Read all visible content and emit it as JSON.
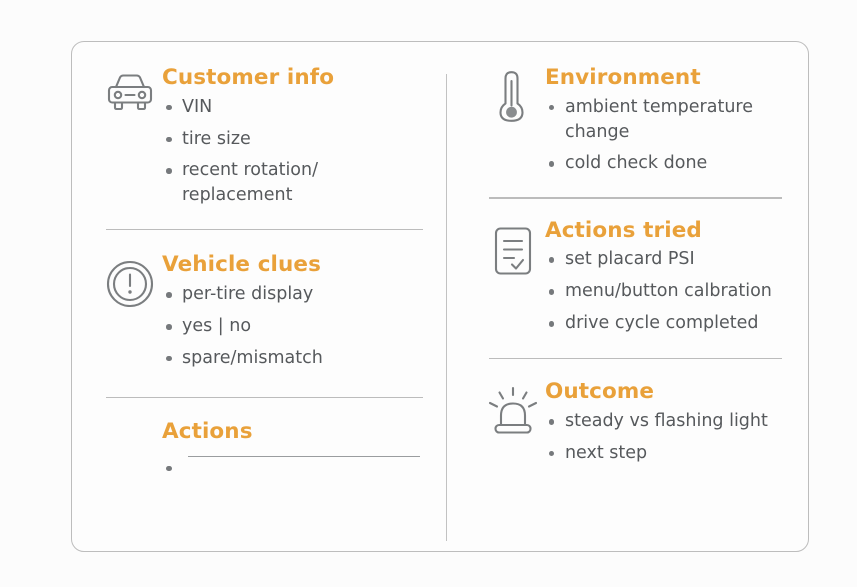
{
  "card": {
    "accent_color": "#e9a13a",
    "text_color": "#56595c",
    "border_color": "#bdbdbd",
    "icon_color": "#7b7e80",
    "background": "#fdfdfd"
  },
  "left_column": {
    "sections": [
      {
        "icon": "car-front-icon",
        "title": "Customer info",
        "items": [
          "VIN",
          "tire size",
          "recent rotation/ replacement"
        ]
      },
      {
        "icon": "exclamation-circle-icon",
        "title": "Vehicle clues",
        "items": [
          "per-tire display",
          "yes  |  no",
          "spare/mismatch"
        ]
      },
      {
        "icon": "none",
        "title": "Actions",
        "items": [
          ""
        ]
      }
    ]
  },
  "right_column": {
    "sections": [
      {
        "icon": "thermometer-icon",
        "title": "Environment",
        "items": [
          "ambient temperature change",
          "cold check done"
        ]
      },
      {
        "icon": "checklist-document-icon",
        "title": "Actions tried",
        "items": [
          "set placard PSI",
          "menu/button calbration",
          "drive cycle completed"
        ]
      },
      {
        "icon": "beacon-light-icon",
        "title": "Outcome",
        "items": [
          "steady vs flashing light",
          "next step"
        ]
      }
    ]
  }
}
